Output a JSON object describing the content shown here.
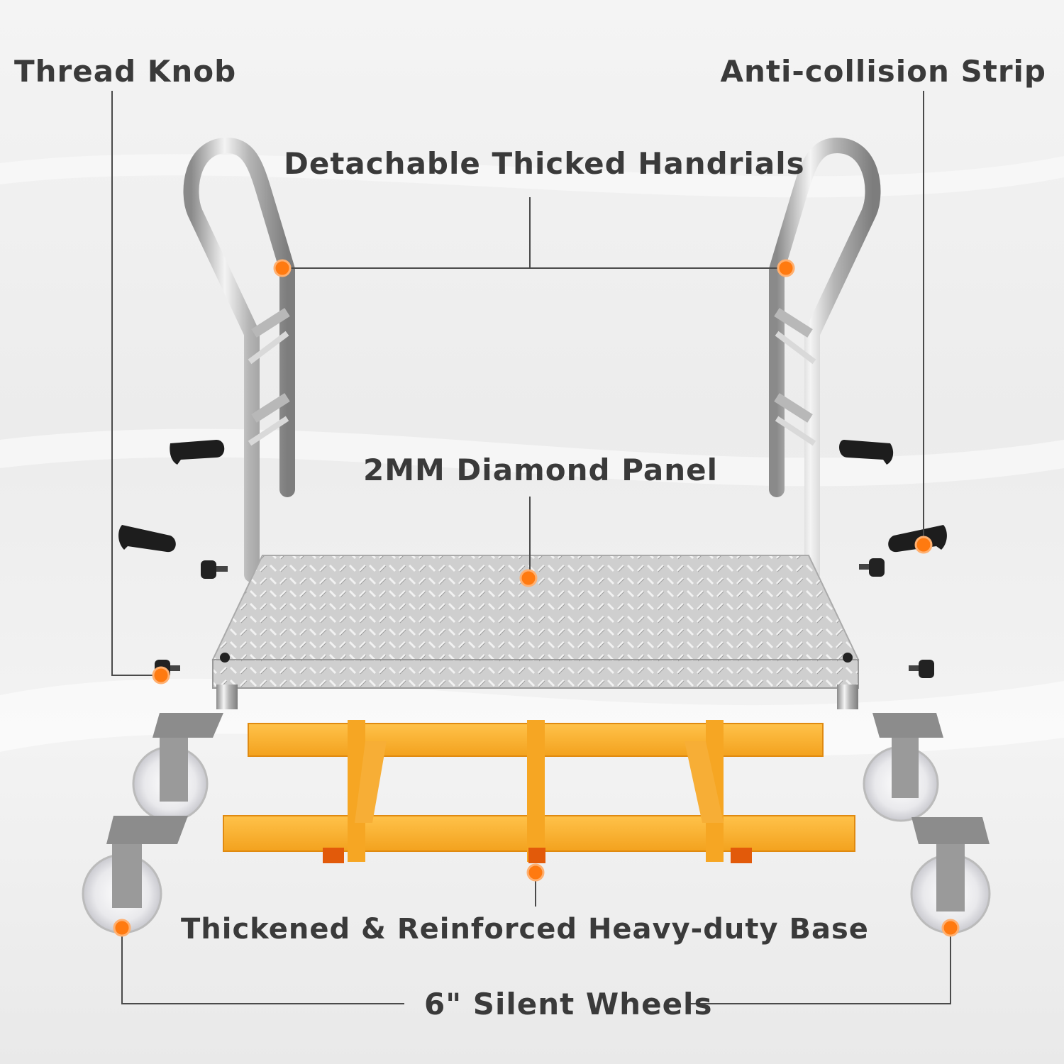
{
  "labels": {
    "thread_knob": "Thread Knob",
    "anti_collision_strip": "Anti-collision Strip",
    "handrails": "Detachable Thicked Handrials",
    "diamond_panel": "2MM Diamond Panel",
    "base": "Thickened & Reinforced Heavy-duty Base",
    "wheels": "6\" Silent Wheels"
  },
  "colors": {
    "accent": "#ff7a10",
    "frame": "#f6a623",
    "text": "#3a3a3a",
    "steel": "#c8c8c8"
  }
}
